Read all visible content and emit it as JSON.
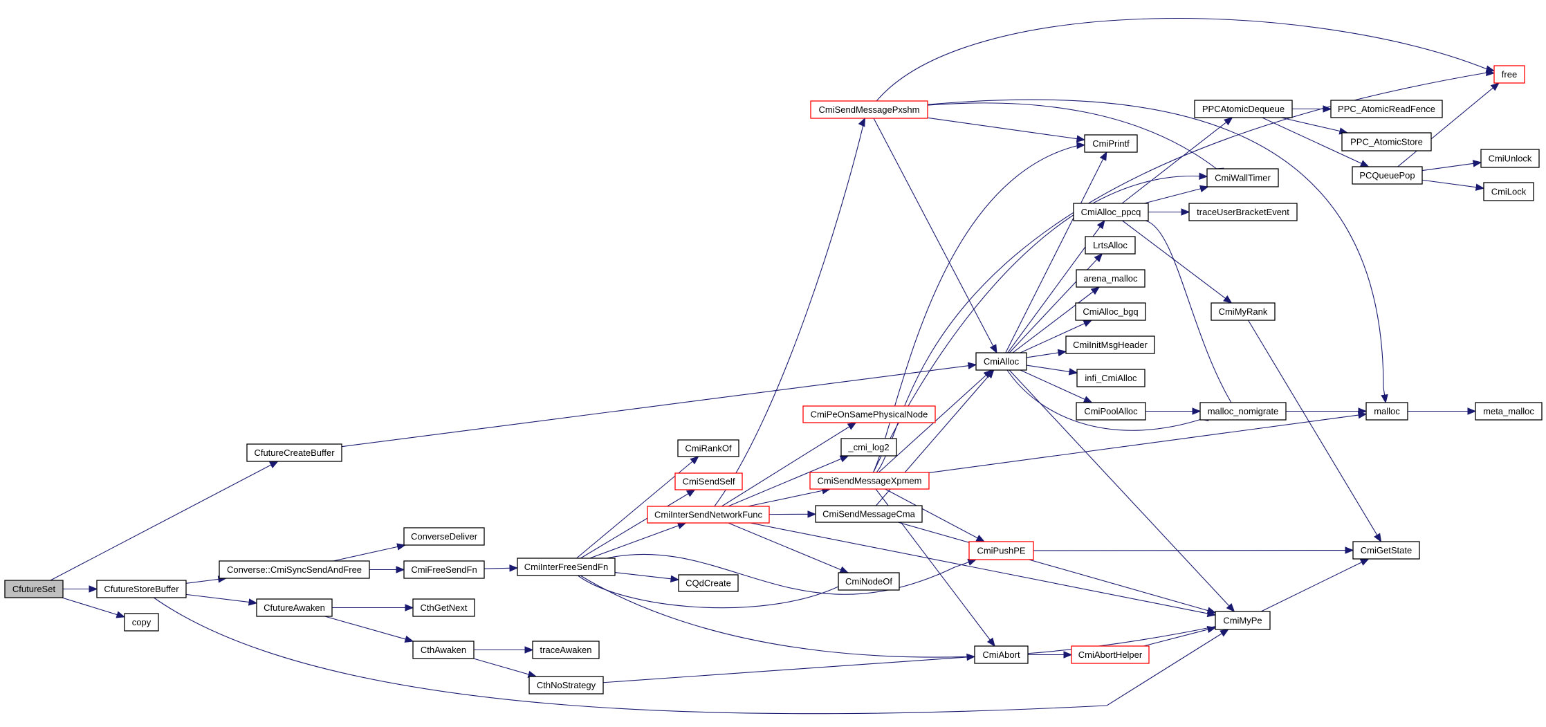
{
  "diagram": {
    "type": "call-graph",
    "root": "CfutureSet",
    "colors": {
      "edge": "#191970",
      "node_border": "#000000",
      "truncated_node_border": "#ff0000",
      "root_fill": "#bfbfbf"
    },
    "nodes": [
      {
        "id": "CfutureSet",
        "label": "CfutureSet",
        "style": "root"
      },
      {
        "id": "CfutureStoreBuffer",
        "label": "CfutureStoreBuffer",
        "style": "normal"
      },
      {
        "id": "copy",
        "label": "copy",
        "style": "normal"
      },
      {
        "id": "CfutureCreateBuffer",
        "label": "CfutureCreateBuffer",
        "style": "normal"
      },
      {
        "id": "ConverseCmiSyncSendAndFree",
        "label": "Converse::CmiSyncSendAndFree",
        "style": "normal"
      },
      {
        "id": "CfutureAwaken",
        "label": "CfutureAwaken",
        "style": "normal"
      },
      {
        "id": "ConverseDeliver",
        "label": "ConverseDeliver",
        "style": "normal"
      },
      {
        "id": "CmiFreeSendFn",
        "label": "CmiFreeSendFn",
        "style": "normal"
      },
      {
        "id": "CthGetNext",
        "label": "CthGetNext",
        "style": "normal"
      },
      {
        "id": "CthAwaken",
        "label": "CthAwaken",
        "style": "normal"
      },
      {
        "id": "traceAwaken",
        "label": "traceAwaken",
        "style": "normal"
      },
      {
        "id": "CthNoStrategy",
        "label": "CthNoStrategy",
        "style": "normal"
      },
      {
        "id": "CmiInterFreeSendFn",
        "label": "CmiInterFreeSendFn",
        "style": "normal"
      },
      {
        "id": "CmiRankOf",
        "label": "CmiRankOf",
        "style": "normal"
      },
      {
        "id": "CmiSendSelf",
        "label": "CmiSendSelf",
        "style": "red"
      },
      {
        "id": "CmiInterSendNetworkFunc",
        "label": "CmiInterSendNetworkFunc",
        "style": "red"
      },
      {
        "id": "CQdCreate",
        "label": "CQdCreate",
        "style": "normal"
      },
      {
        "id": "CmiPeOnSamePhysicalNode",
        "label": "CmiPeOnSamePhysicalNode",
        "style": "red"
      },
      {
        "id": "cmi_log2",
        "label": "_cmi_log2",
        "style": "normal"
      },
      {
        "id": "CmiSendMessageXpmem",
        "label": "CmiSendMessageXpmem",
        "style": "red"
      },
      {
        "id": "CmiSendMessageCma",
        "label": "CmiSendMessageCma",
        "style": "normal"
      },
      {
        "id": "CmiNodeOf",
        "label": "CmiNodeOf",
        "style": "normal"
      },
      {
        "id": "CmiSendMessagePxshm",
        "label": "CmiSendMessagePxshm",
        "style": "red"
      },
      {
        "id": "CmiPushPE",
        "label": "CmiPushPE",
        "style": "red"
      },
      {
        "id": "CmiAbort",
        "label": "CmiAbort",
        "style": "normal"
      },
      {
        "id": "CmiAbortHelper",
        "label": "CmiAbortHelper",
        "style": "red"
      },
      {
        "id": "CmiAlloc",
        "label": "CmiAlloc",
        "style": "normal"
      },
      {
        "id": "CmiPrintf",
        "label": "CmiPrintf",
        "style": "normal"
      },
      {
        "id": "CmiAlloc_ppcq",
        "label": "CmiAlloc_ppcq",
        "style": "normal"
      },
      {
        "id": "LrtsAlloc",
        "label": "LrtsAlloc",
        "style": "normal"
      },
      {
        "id": "arena_malloc",
        "label": "arena_malloc",
        "style": "normal"
      },
      {
        "id": "CmiAlloc_bgq",
        "label": "CmiAlloc_bgq",
        "style": "normal"
      },
      {
        "id": "CmiInitMsgHeader",
        "label": "CmiInitMsgHeader",
        "style": "normal"
      },
      {
        "id": "infi_CmiAlloc",
        "label": "infi_CmiAlloc",
        "style": "normal"
      },
      {
        "id": "CmiPoolAlloc",
        "label": "CmiPoolAlloc",
        "style": "normal"
      },
      {
        "id": "CmiWallTimer",
        "label": "CmiWallTimer",
        "style": "normal"
      },
      {
        "id": "traceUserBracketEvent",
        "label": "traceUserBracketEvent",
        "style": "normal"
      },
      {
        "id": "CmiMyRank",
        "label": "CmiMyRank",
        "style": "normal"
      },
      {
        "id": "malloc_nomigrate",
        "label": "malloc_nomigrate",
        "style": "normal"
      },
      {
        "id": "CmiMyPe",
        "label": "CmiMyPe",
        "style": "normal"
      },
      {
        "id": "PPCAtomicDequeue",
        "label": "PPCAtomicDequeue",
        "style": "normal"
      },
      {
        "id": "PPC_AtomicReadFence",
        "label": "PPC_AtomicReadFence",
        "style": "normal"
      },
      {
        "id": "PPC_AtomicStore",
        "label": "PPC_AtomicStore",
        "style": "normal"
      },
      {
        "id": "PCQueuePop",
        "label": "PCQueuePop",
        "style": "normal"
      },
      {
        "id": "CmiUnlock",
        "label": "CmiUnlock",
        "style": "normal"
      },
      {
        "id": "CmiLock",
        "label": "CmiLock",
        "style": "normal"
      },
      {
        "id": "malloc",
        "label": "malloc",
        "style": "normal"
      },
      {
        "id": "meta_malloc",
        "label": "meta_malloc",
        "style": "normal"
      },
      {
        "id": "CmiGetState",
        "label": "CmiGetState",
        "style": "normal"
      },
      {
        "id": "free",
        "label": "free",
        "style": "red"
      }
    ],
    "edges": [
      [
        "CfutureSet",
        "CfutureCreateBuffer"
      ],
      [
        "CfutureSet",
        "CfutureStoreBuffer"
      ],
      [
        "CfutureSet",
        "copy"
      ],
      [
        "CfutureStoreBuffer",
        "ConverseCmiSyncSendAndFree"
      ],
      [
        "CfutureStoreBuffer",
        "CfutureAwaken"
      ],
      [
        "CfutureStoreBuffer",
        "CmiMyPe"
      ],
      [
        "CfutureCreateBuffer",
        "CmiAlloc"
      ],
      [
        "ConverseCmiSyncSendAndFree",
        "ConverseDeliver"
      ],
      [
        "ConverseCmiSyncSendAndFree",
        "CmiFreeSendFn"
      ],
      [
        "CmiFreeSendFn",
        "CmiInterFreeSendFn"
      ],
      [
        "CfutureAwaken",
        "CthGetNext"
      ],
      [
        "CfutureAwaken",
        "CthAwaken"
      ],
      [
        "CthAwaken",
        "traceAwaken"
      ],
      [
        "CthAwaken",
        "CthNoStrategy"
      ],
      [
        "CthNoStrategy",
        "CmiAbort"
      ],
      [
        "CmiInterFreeSendFn",
        "CmiRankOf"
      ],
      [
        "CmiInterFreeSendFn",
        "CmiSendSelf"
      ],
      [
        "CmiInterFreeSendFn",
        "CmiInterSendNetworkFunc"
      ],
      [
        "CmiInterFreeSendFn",
        "CQdCreate"
      ],
      [
        "CmiInterFreeSendFn",
        "CmiNodeOf"
      ],
      [
        "CmiInterFreeSendFn",
        "CmiPushPE"
      ],
      [
        "CmiInterFreeSendFn",
        "CmiMyPe"
      ],
      [
        "CmiInterSendNetworkFunc",
        "CmiSendMessagePxshm"
      ],
      [
        "CmiInterSendNetworkFunc",
        "CmiPeOnSamePhysicalNode"
      ],
      [
        "CmiInterSendNetworkFunc",
        "cmi_log2"
      ],
      [
        "CmiInterSendNetworkFunc",
        "CmiSendMessageXpmem"
      ],
      [
        "CmiInterSendNetworkFunc",
        "CmiSendMessageCma"
      ],
      [
        "CmiInterSendNetworkFunc",
        "CmiNodeOf"
      ],
      [
        "CmiInterSendNetworkFunc",
        "CmiMyPe"
      ],
      [
        "CmiSendMessagePxshm",
        "free"
      ],
      [
        "CmiSendMessagePxshm",
        "CmiPrintf"
      ],
      [
        "CmiSendMessagePxshm",
        "CmiAlloc"
      ],
      [
        "CmiSendMessagePxshm",
        "CmiWallTimer"
      ],
      [
        "CmiSendMessagePxshm",
        "malloc"
      ],
      [
        "CmiSendMessageXpmem",
        "CmiPrintf"
      ],
      [
        "CmiSendMessageXpmem",
        "CmiWallTimer"
      ],
      [
        "CmiSendMessageXpmem",
        "free"
      ],
      [
        "CmiSendMessageXpmem",
        "CmiAlloc"
      ],
      [
        "CmiSendMessageXpmem",
        "malloc"
      ],
      [
        "CmiSendMessageXpmem",
        "CmiPushPE"
      ],
      [
        "CmiSendMessageXpmem",
        "CmiAbort"
      ],
      [
        "CmiSendMessageCma",
        "CmiAlloc"
      ],
      [
        "CmiSendMessageCma",
        "CmiMyPe"
      ],
      [
        "CmiAlloc",
        "CmiPrintf"
      ],
      [
        "CmiAlloc",
        "CmiAlloc_ppcq"
      ],
      [
        "CmiAlloc",
        "LrtsAlloc"
      ],
      [
        "CmiAlloc",
        "arena_malloc"
      ],
      [
        "CmiAlloc",
        "CmiAlloc_bgq"
      ],
      [
        "CmiAlloc",
        "CmiInitMsgHeader"
      ],
      [
        "CmiAlloc",
        "infi_CmiAlloc"
      ],
      [
        "CmiAlloc",
        "CmiPoolAlloc"
      ],
      [
        "CmiAlloc",
        "malloc_nomigrate"
      ],
      [
        "CmiAlloc",
        "CmiMyPe"
      ],
      [
        "CmiAlloc_ppcq",
        "PPCAtomicDequeue"
      ],
      [
        "CmiAlloc_ppcq",
        "CmiWallTimer"
      ],
      [
        "CmiAlloc_ppcq",
        "traceUserBracketEvent"
      ],
      [
        "CmiAlloc_ppcq",
        "CmiMyRank"
      ],
      [
        "CmiAlloc_ppcq",
        "malloc_nomigrate"
      ],
      [
        "PPCAtomicDequeue",
        "PPC_AtomicReadFence"
      ],
      [
        "PPCAtomicDequeue",
        "PPC_AtomicStore"
      ],
      [
        "PPCAtomicDequeue",
        "PCQueuePop"
      ],
      [
        "PCQueuePop",
        "free"
      ],
      [
        "PCQueuePop",
        "CmiUnlock"
      ],
      [
        "PCQueuePop",
        "CmiLock"
      ],
      [
        "CmiPoolAlloc",
        "malloc_nomigrate"
      ],
      [
        "malloc_nomigrate",
        "malloc"
      ],
      [
        "malloc",
        "meta_malloc"
      ],
      [
        "CmiMyRank",
        "CmiGetState"
      ],
      [
        "CmiPushPE",
        "CmiGetState"
      ],
      [
        "CmiMyPe",
        "CmiGetState"
      ],
      [
        "CmiAbort",
        "CmiAbortHelper"
      ],
      [
        "CmiAbortHelper",
        "CmiMyPe"
      ]
    ]
  }
}
